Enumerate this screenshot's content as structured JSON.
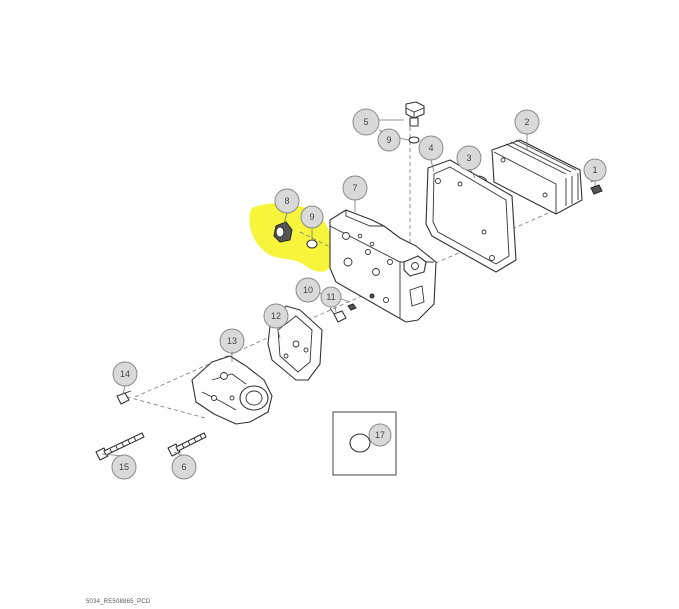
{
  "diagram": {
    "callouts": [
      {
        "id": "callout-1",
        "label": "1"
      },
      {
        "id": "callout-2",
        "label": "2"
      },
      {
        "id": "callout-3",
        "label": "3"
      },
      {
        "id": "callout-4",
        "label": "4"
      },
      {
        "id": "callout-5",
        "label": "5"
      },
      {
        "id": "callout-6",
        "label": "6"
      },
      {
        "id": "callout-7",
        "label": "7"
      },
      {
        "id": "callout-8",
        "label": "8"
      },
      {
        "id": "callout-9a",
        "label": "9"
      },
      {
        "id": "callout-9b",
        "label": "9"
      },
      {
        "id": "callout-10",
        "label": "10"
      },
      {
        "id": "callout-11",
        "label": "11"
      },
      {
        "id": "callout-12",
        "label": "12"
      },
      {
        "id": "callout-13",
        "label": "13"
      },
      {
        "id": "callout-14",
        "label": "14"
      },
      {
        "id": "callout-15",
        "label": "15"
      },
      {
        "id": "callout-17",
        "label": "17"
      }
    ],
    "highlight_color": "#f7f43c",
    "footer_code": "5034_RE508865_PCD"
  }
}
